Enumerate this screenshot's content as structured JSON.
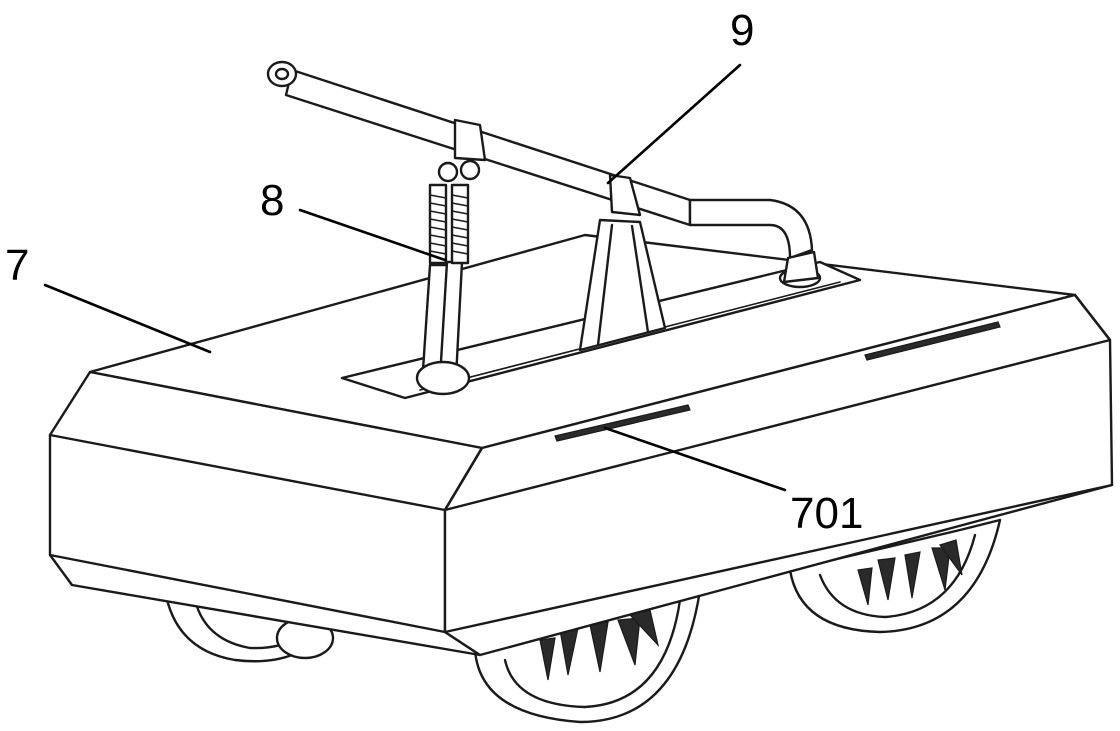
{
  "callouts": {
    "body": "7",
    "support_arm": "8",
    "tube": "9",
    "slot": "701"
  }
}
